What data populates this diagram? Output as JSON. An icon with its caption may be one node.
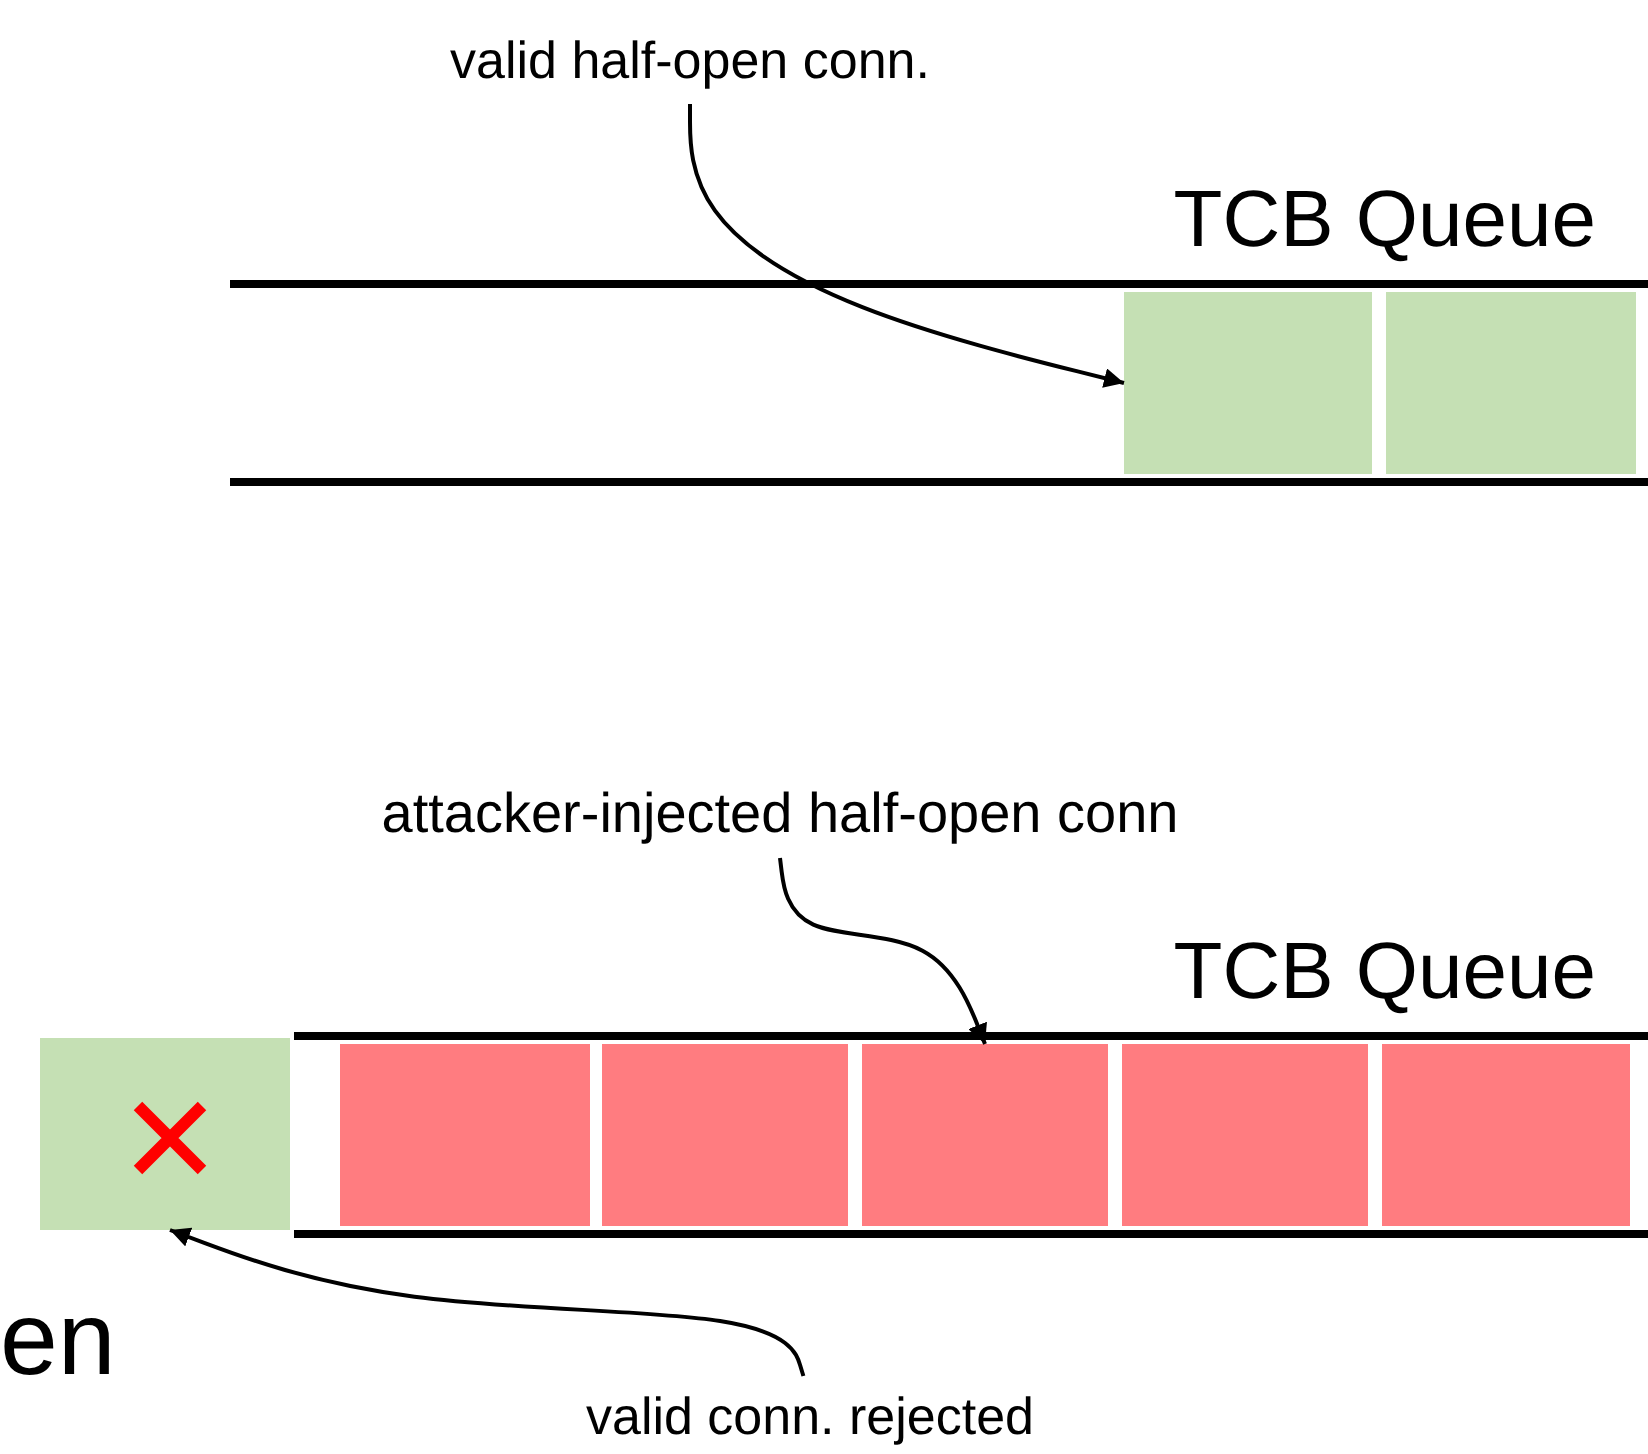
{
  "diagram": {
    "nodes": [
      {
        "text": [
          "valid half-open conn."
        ]
      },
      {
        "text": [
          "TCB Queue"
        ]
      },
      {
        "text": [],
        "shape": "box",
        "in": 1
      },
      {
        "text": [],
        "shape": "box",
        "in": 1
      },
      {
        "text": [
          "attacker-injected half-open conn"
        ]
      },
      {
        "text": [
          "TCB Queue"
        ]
      },
      {
        "text": [],
        "shape": "box",
        "in": 5
      },
      {
        "text": [],
        "shape": "box",
        "in": 5
      },
      {
        "text": [],
        "shape": "box",
        "in": 5
      },
      {
        "text": [],
        "shape": "box",
        "in": 5
      },
      {
        "text": [],
        "shape": "box",
        "in": 5
      },
      {
        "text": [],
        "shape": "box"
      },
      {
        "text": [
          "valid conn. rejected"
        ]
      }
    ],
    "edges": [
      {
        "from": 0,
        "to": 2,
        "arrow": "to"
      },
      {
        "from": 4,
        "to": 8,
        "arrow": "to"
      },
      {
        "from": 12,
        "to": 11,
        "arrow": "to"
      }
    ],
    "labels": [
      "en"
    ]
  }
}
